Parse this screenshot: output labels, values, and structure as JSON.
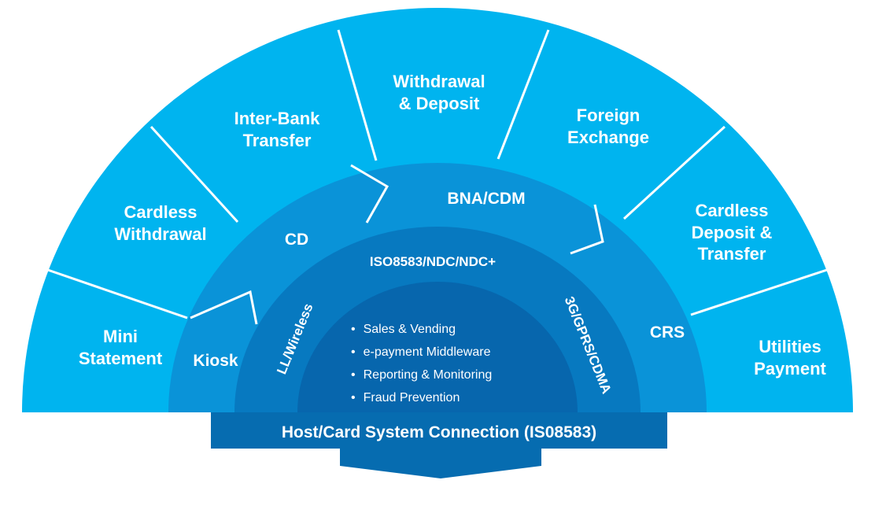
{
  "colors": {
    "outer": "#00b4ef",
    "middle": "#0a93d8",
    "inner": "#0779c0",
    "core": "#0766ad",
    "banner": "#066cb0",
    "divider": "#ffffff"
  },
  "outer_segments": [
    {
      "lines": [
        "Mini",
        "Statement"
      ]
    },
    {
      "lines": [
        "Cardless",
        "Withdrawal"
      ]
    },
    {
      "lines": [
        "Inter-Bank",
        "Transfer"
      ]
    },
    {
      "lines": [
        "Withdrawal",
        "& Deposit"
      ]
    },
    {
      "lines": [
        "Foreign",
        "Exchange"
      ]
    },
    {
      "lines": [
        "Cardless",
        "Deposit &",
        "Transfer"
      ]
    },
    {
      "lines": [
        "Utilities",
        "Payment"
      ]
    }
  ],
  "middle_segments": [
    "Kiosk",
    "CD",
    "BNA/CDM",
    "CRS"
  ],
  "inner_ring": {
    "top": "ISO8583/NDC/NDC+",
    "left": "LL/Wireless",
    "right": "3G/GPRS/CDMA"
  },
  "core_items": [
    "Sales & Vending",
    "e-payment Middleware",
    "Reporting & Monitoring",
    "Fraud Prevention"
  ],
  "banner": "Host/Card System Connection (IS08583)"
}
